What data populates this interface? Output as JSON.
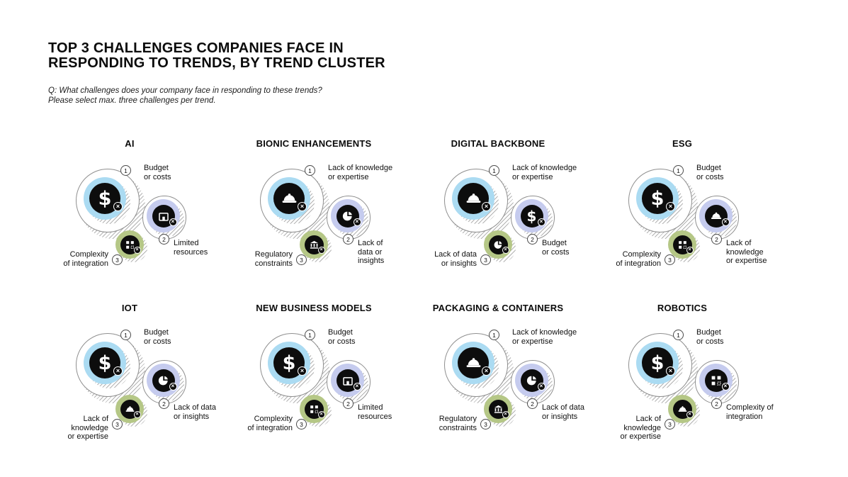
{
  "header": {
    "title_line1": "TOP 3 CHALLENGES COMPANIES FACE IN",
    "title_line2": "RESPONDING TO TRENDS, BY TREND CLUSTER",
    "question_line1": "Q: What challenges does your company face in responding to these trends?",
    "question_line2": "Please select max. three challenges per trend."
  },
  "colors": {
    "rank1_bubble": "#abdbf2",
    "rank2_bubble": "#c5cbee",
    "rank3_bubble": "#b5c786",
    "icon_disc": "#0d0d0d",
    "text": "#111111"
  },
  "chart_data": {
    "type": "ranked_pictogram",
    "title": "Top 3 challenges companies face in responding to trends, by trend cluster",
    "legend_note": "Bubble size encodes rank: 1 = largest, 3 = smallest",
    "clusters": [
      {
        "name": "AI",
        "challenges": [
          {
            "rank": 1,
            "label": "Budget\nor costs",
            "icon": "dollar"
          },
          {
            "rank": 2,
            "label": "Limited\nresources",
            "icon": "warehouse"
          },
          {
            "rank": 3,
            "label": "Complexity\nof integration",
            "icon": "workflow"
          }
        ]
      },
      {
        "name": "BIONIC ENHANCEMENTS",
        "challenges": [
          {
            "rank": 1,
            "label": "Lack of knowledge\nor expertise",
            "icon": "hardhat"
          },
          {
            "rank": 2,
            "label": "Lack of\ndata or insights",
            "icon": "pie-chart"
          },
          {
            "rank": 3,
            "label": "Regulatory\nconstraints",
            "icon": "bank"
          }
        ]
      },
      {
        "name": "DIGITAL BACKBONE",
        "challenges": [
          {
            "rank": 1,
            "label": "Lack of knowledge\nor expertise",
            "icon": "hardhat"
          },
          {
            "rank": 2,
            "label": "Budget\nor costs",
            "icon": "dollar"
          },
          {
            "rank": 3,
            "label": "Lack of data\nor insights",
            "icon": "pie-chart"
          }
        ]
      },
      {
        "name": "ESG",
        "challenges": [
          {
            "rank": 1,
            "label": "Budget\nor costs",
            "icon": "dollar"
          },
          {
            "rank": 2,
            "label": "Lack of knowledge\nor expertise",
            "icon": "hardhat"
          },
          {
            "rank": 3,
            "label": "Complexity\nof integration",
            "icon": "workflow"
          }
        ]
      },
      {
        "name": "IOT",
        "challenges": [
          {
            "rank": 1,
            "label": "Budget\nor costs",
            "icon": "dollar"
          },
          {
            "rank": 2,
            "label": "Lack of data\nor insights",
            "icon": "pie-chart"
          },
          {
            "rank": 3,
            "label": "Lack of\nknowledge\nor expertise",
            "icon": "hardhat"
          }
        ]
      },
      {
        "name": "NEW BUSINESS MODELS",
        "challenges": [
          {
            "rank": 1,
            "label": "Budget\nor costs",
            "icon": "dollar"
          },
          {
            "rank": 2,
            "label": "Limited\nresources",
            "icon": "warehouse"
          },
          {
            "rank": 3,
            "label": "Complexity\nof integration",
            "icon": "workflow"
          }
        ]
      },
      {
        "name": "PACKAGING & CONTAINERS",
        "challenges": [
          {
            "rank": 1,
            "label": "Lack of knowledge\nor expertise",
            "icon": "hardhat"
          },
          {
            "rank": 2,
            "label": "Lack of data\nor insights",
            "icon": "pie-chart"
          },
          {
            "rank": 3,
            "label": "Regulatory\nconstraints",
            "icon": "bank"
          }
        ]
      },
      {
        "name": "ROBOTICS",
        "challenges": [
          {
            "rank": 1,
            "label": "Budget\nor costs",
            "icon": "dollar"
          },
          {
            "rank": 2,
            "label": "Complexity of\nintegration",
            "icon": "workflow"
          },
          {
            "rank": 3,
            "label": "Lack of\nknowledge\nor expertise",
            "icon": "hardhat"
          }
        ]
      }
    ]
  }
}
